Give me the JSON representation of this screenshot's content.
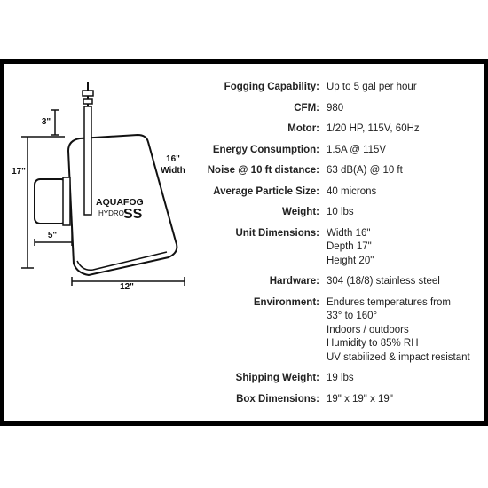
{
  "diagram": {
    "brand_name": "AQUAFOG",
    "model_prefix": "HYDRO",
    "model_suffix": "SS",
    "dimensions": {
      "top": "3\"",
      "width_value": "16\"",
      "width_word": "Width",
      "height": "17\"",
      "side": "5\"",
      "bottom": "12\""
    }
  },
  "specs": [
    {
      "label": "Fogging Capability:",
      "values": [
        "Up to 5 gal per hour"
      ]
    },
    {
      "label": "CFM:",
      "values": [
        "980"
      ]
    },
    {
      "label": "Motor:",
      "values": [
        "1/20 HP, 115V, 60Hz"
      ]
    },
    {
      "label": "Energy Consumption:",
      "values": [
        "1.5A @ 115V"
      ]
    },
    {
      "label": "Noise @ 10 ft distance:",
      "values": [
        "63 dB(A) @ 10 ft"
      ]
    },
    {
      "label": "Average Particle Size:",
      "values": [
        "40 microns"
      ]
    },
    {
      "label": "Weight:",
      "values": [
        "10 lbs"
      ]
    },
    {
      "label": "Unit Dimensions:",
      "values": [
        "Width 16\"",
        "Depth 17\"",
        "Height 20\""
      ]
    },
    {
      "label": "Hardware:",
      "values": [
        "304 (18/8) stainless steel"
      ]
    },
    {
      "label": "Environment:",
      "values": [
        "Endures temperatures from",
        "33° to 160°",
        "Indoors / outdoors",
        "Humidity to 85% RH",
        "UV stabilized & impact resistant"
      ]
    },
    {
      "label": "Shipping Weight:",
      "values": [
        "19 lbs"
      ]
    },
    {
      "label": "Box Dimensions:",
      "values": [
        "19\" x 19\" x 19\""
      ]
    }
  ]
}
